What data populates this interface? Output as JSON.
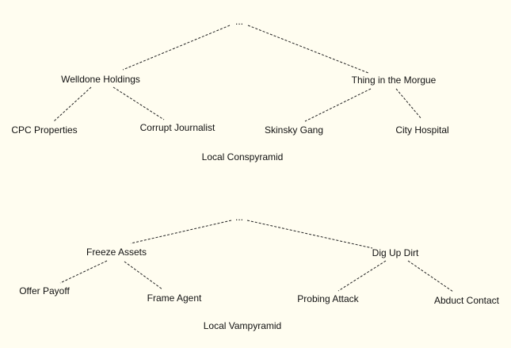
{
  "trees": [
    {
      "caption": "Local Conspyramid",
      "root": "...",
      "left": {
        "label": "Welldone Holdings",
        "children": [
          "CPC Properties",
          "Corrupt Journalist"
        ]
      },
      "right": {
        "label": "Thing in the Morgue",
        "children": [
          "Skinsky Gang",
          "City Hospital"
        ]
      }
    },
    {
      "caption": "Local Vampyramid",
      "root": "...",
      "left": {
        "label": "Freeze Assets",
        "children": [
          "Offer Payoff",
          "Frame Agent"
        ]
      },
      "right": {
        "label": "Dig Up Dirt",
        "children": [
          "Probing Attack",
          "Abduct Contact"
        ]
      }
    }
  ]
}
